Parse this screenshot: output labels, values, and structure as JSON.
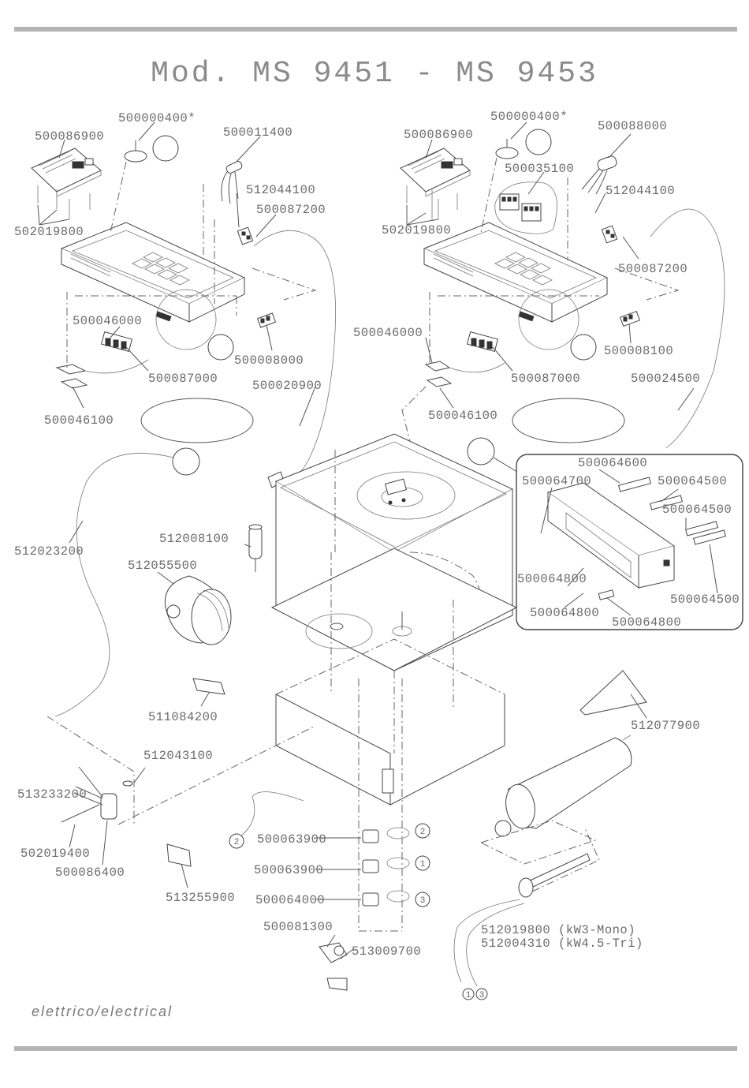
{
  "title": "Mod. MS 9451 - MS 9453",
  "footer": "elettrico/electrical",
  "labels": {
    "l500000400a": "500000400*",
    "l500086900a": "500086900",
    "l500011400": "500011400",
    "l512044100a": "512044100",
    "l500087200a": "500087200",
    "l502019800a": "502019800",
    "l500046000a": "500046000",
    "l500008000": "500008000",
    "l500087000a": "500087000",
    "l500020900": "500020900",
    "l500046100a": "500046100",
    "l500000400b": "500000400*",
    "l500086900b": "500086900",
    "l500088000": "500088000",
    "l500035100": "500035100",
    "l512044100b": "512044100",
    "l502019800b": "502019800",
    "l500087200b": "500087200",
    "l500046000b": "500046000",
    "l500008100": "500008100",
    "l500087000b": "500087000",
    "l500024500": "500024500",
    "l500046100b": "500046100",
    "l500064600": "500064600",
    "l500064700": "500064700",
    "l500064500a": "500064500",
    "l500064500b": "500064500",
    "l500064800a": "500064800",
    "l500064500c": "500064500",
    "l500064800b": "500064800",
    "l500064800c": "500064800",
    "l512023200": "512023200",
    "l512008100": "512008100",
    "l512055500": "512055500",
    "l511084200": "511084200",
    "l512077900": "512077900",
    "l512043100": "512043100",
    "l513233200": "513233200",
    "l502019400": "502019400",
    "l500086400": "500086400",
    "l500063900a": "500063900",
    "l500063900b": "500063900",
    "l500064000": "500064000",
    "l513255900": "513255900",
    "l500081300": "500081300",
    "l513009700": "513009700",
    "l512019800": "512019800 (kW3-Mono)",
    "l512004310": "512004310 (kW4.5-Tri)"
  },
  "circle_marks": {
    "c1": "1",
    "c2": "2",
    "c3": "3"
  },
  "colors": {
    "rule": "#b4b4b4",
    "text": "#6a6a6a",
    "line": "#555555"
  }
}
